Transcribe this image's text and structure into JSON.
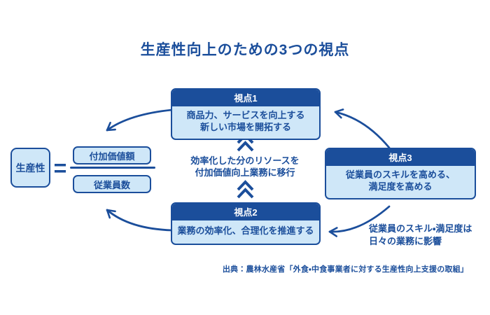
{
  "title": "生産性向上のための3つの視点",
  "colors": {
    "primary": "#1b4e9b",
    "box_fill": "#cfe7f8",
    "header_text": "#ffffff",
    "background": "#ffffff"
  },
  "formula": {
    "result": "生産性",
    "equals": "=",
    "numerator": "付加価値額",
    "denominator": "従業員数"
  },
  "viewpoints": [
    {
      "header": "視点1",
      "body_lines": [
        "商品力、サービスを向上する",
        "新しい市場を開拓する"
      ]
    },
    {
      "header": "視点2",
      "body_lines": [
        "業務の効率化、合理化を推進する"
      ]
    },
    {
      "header": "視点3",
      "body_lines": [
        "従業員のスキルを高める、",
        "満足度を高める"
      ]
    }
  ],
  "center_note": {
    "lines": [
      "効率化した分のリソースを",
      "付加価値向上業務に移行"
    ]
  },
  "side_note": {
    "lines": [
      "従業員のスキル・満足度は",
      "日々の業務に影響"
    ]
  },
  "source": "出典：農林水産省「外食・中食事業者に対する生産性向上支援の取組」",
  "icons": {
    "curved_arrow": "curved-arrow",
    "double_chevron": "double-chevron-up"
  }
}
